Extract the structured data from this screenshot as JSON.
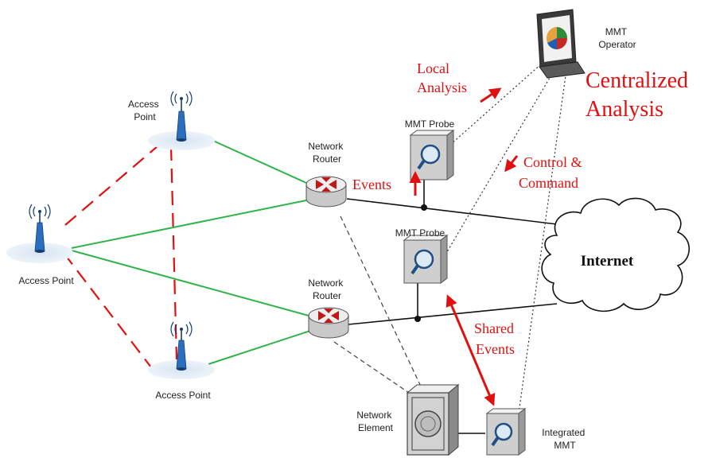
{
  "labels": {
    "mmt_operator": [
      "MMT",
      "Operator"
    ],
    "local_analysis": [
      "Local",
      "Analysis"
    ],
    "centralized_analysis": [
      "Centralized",
      "Analysis"
    ],
    "access_point_top": [
      "Access",
      "Point"
    ],
    "access_point_left": "Access Point",
    "access_point_bottom": "Access Point",
    "router_top": [
      "Network",
      "Router"
    ],
    "router_bottom": [
      "Network",
      "Router"
    ],
    "mmt_probe_top": "MMT Probe",
    "mmt_probe_mid": "MMT Probe",
    "events": "Events",
    "control_command": [
      "Control &",
      "Command"
    ],
    "internet": "Internet",
    "shared_events": [
      "Shared",
      "Events"
    ],
    "network_element": [
      "Network",
      "Element"
    ],
    "integrated_mmt": [
      "Integrated",
      "MMT"
    ]
  },
  "colors": {
    "wireless_link": "#e01010",
    "wired_link": "#2fb44a",
    "annotation": "#e01010",
    "line": "#111111"
  }
}
